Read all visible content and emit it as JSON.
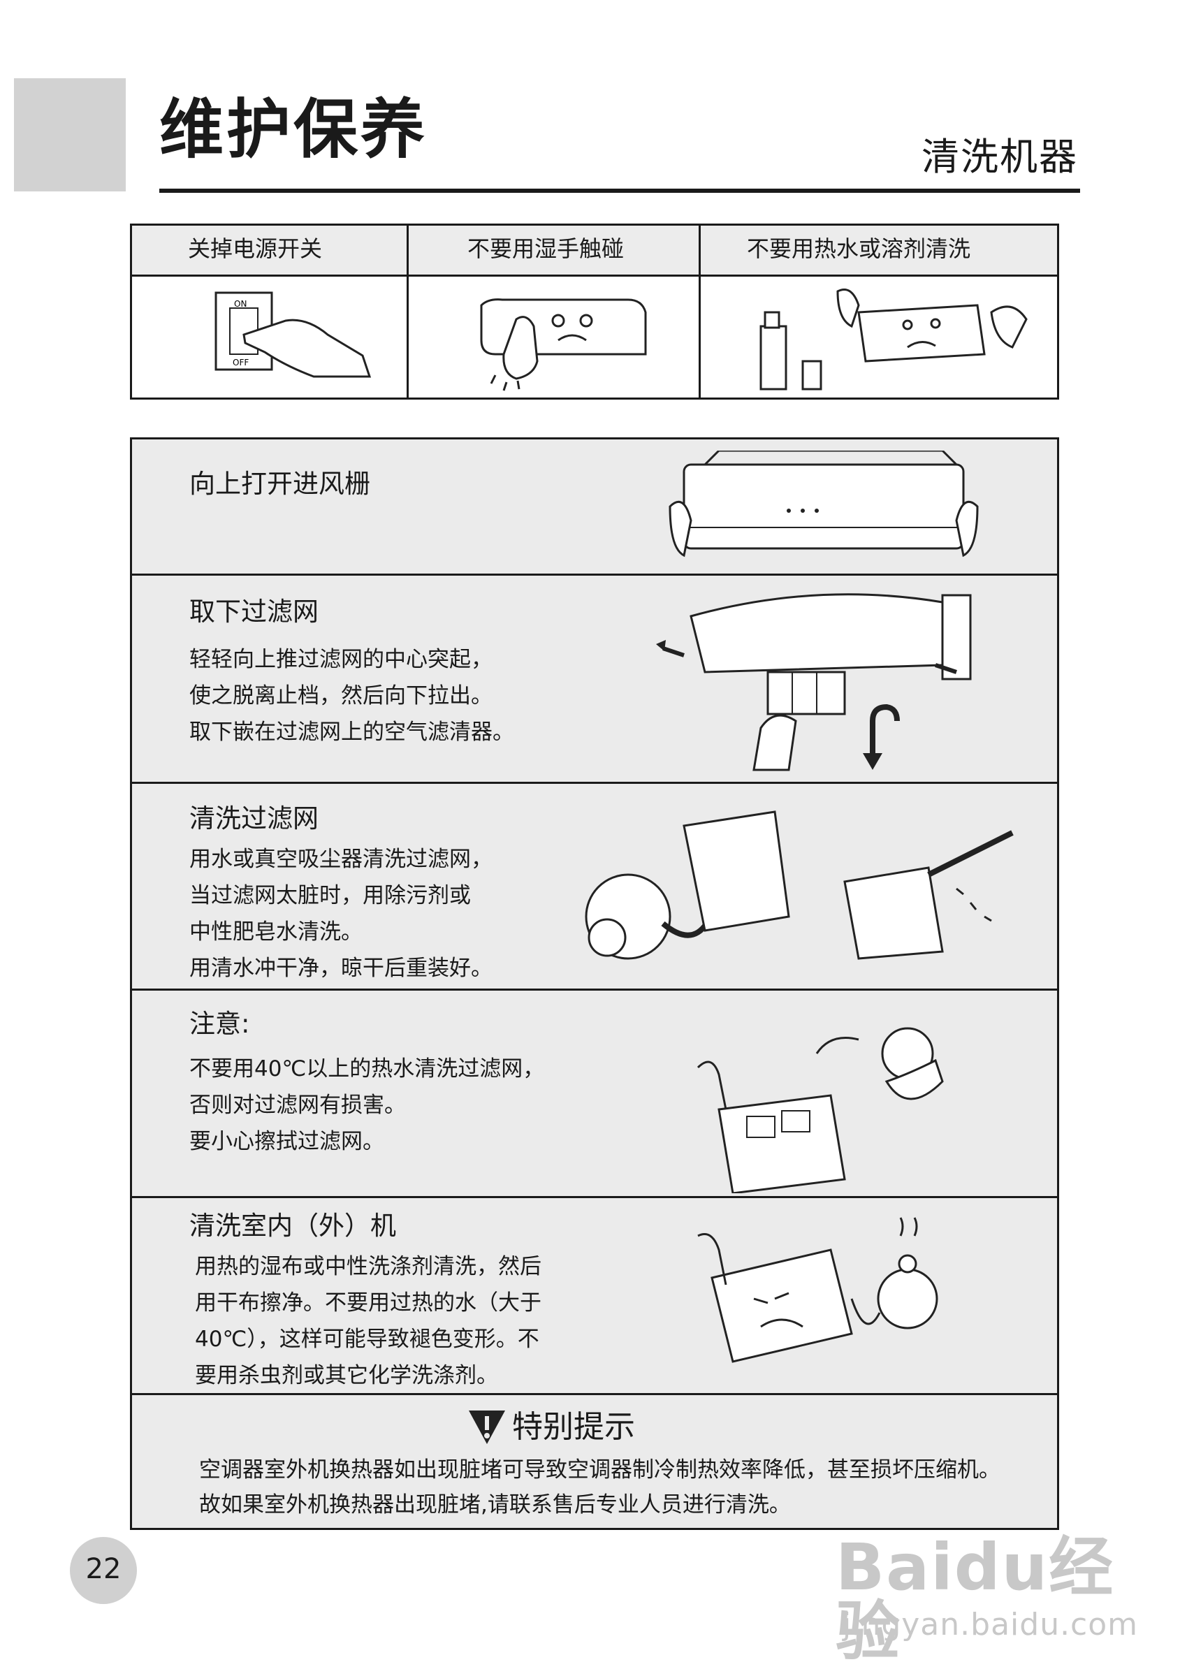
{
  "header": {
    "title": "维护保养",
    "subtitle": "清洗机器"
  },
  "precautions": [
    {
      "label": "关掉电源开关"
    },
    {
      "label": "不要用湿手触碰"
    },
    {
      "label": "不要用热水或溶剂清洗"
    }
  ],
  "switch_labels": {
    "on": "ON",
    "off": "OFF"
  },
  "steps": [
    {
      "title": "向上打开进风栅",
      "body": ""
    },
    {
      "title": "取下过滤网",
      "body": "轻轻向上推过滤网的中心突起，\n使之脱离止档，然后向下拉出。\n取下嵌在过滤网上的空气滤清器。"
    },
    {
      "title": "清洗过滤网",
      "body": "用水或真空吸尘器清洗过滤网，\n当过滤网太脏时，用除污剂或\n中性肥皂水清洗。\n用清水冲干净，晾干后重装好。"
    },
    {
      "title": "注意:",
      "body": "不要用40℃以上的热水清洗过滤网，\n否则对过滤网有损害。\n要小心擦拭过滤网。"
    },
    {
      "title": "清洗室内（外）机",
      "body": "用热的湿布或中性洗涤剂清洗，然后\n用干布擦净。不要用过热的水（大于\n40℃），这样可能导致褪色变形。不\n要用杀虫剂或其它化学洗涤剂。"
    }
  ],
  "notice": {
    "title": "特别提示",
    "body": "空调器室外机换热器如出现脏堵可导致空调器制冷制热效率降低，甚至损坏压缩机。故如果室外机换热器出现脏堵,请联系售后专业人员进行清洗。"
  },
  "page_number": "22",
  "watermark": {
    "brand": "Baidu经验",
    "url": "jingyan.baidu.com"
  }
}
